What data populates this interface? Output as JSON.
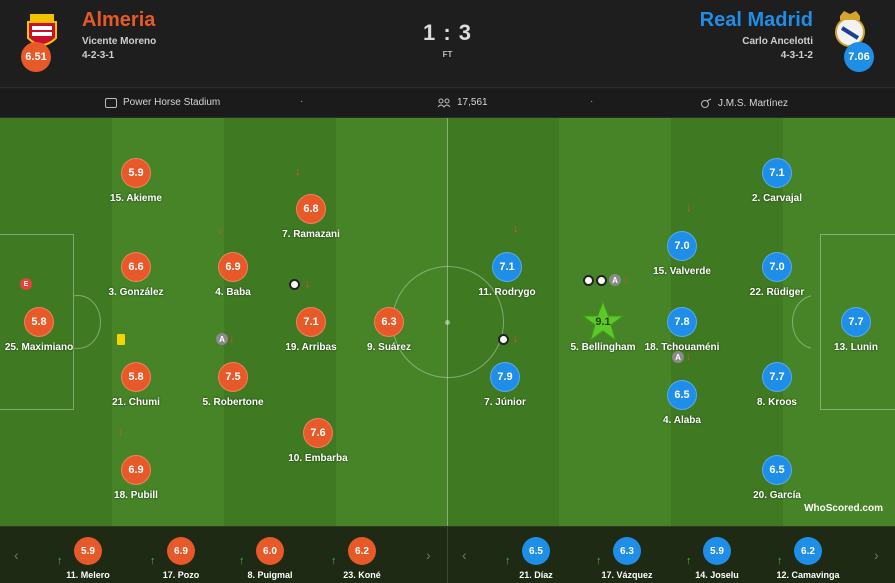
{
  "home": {
    "name": "Almeria",
    "manager": "Vicente Moreno",
    "formation": "4-2-3-1",
    "rating": "6.51",
    "color": "#e8592a",
    "crest": "almeria-crest-icon",
    "players": [
      {
        "name": "15. Akieme",
        "rating": "5.9"
      },
      {
        "name": "7. Ramazani",
        "rating": "6.8"
      },
      {
        "name": "3. González",
        "rating": "6.6"
      },
      {
        "name": "4. Baba",
        "rating": "6.9"
      },
      {
        "name": "25. Maximiano",
        "rating": "5.8"
      },
      {
        "name": "19. Arribas",
        "rating": "7.1"
      },
      {
        "name": "9. Suárez",
        "rating": "6.3"
      },
      {
        "name": "21. Chumi",
        "rating": "5.8"
      },
      {
        "name": "5. Robertone",
        "rating": "7.5"
      },
      {
        "name": "10. Embarba",
        "rating": "7.6"
      },
      {
        "name": "18. Pubill",
        "rating": "6.9"
      }
    ],
    "subs": [
      {
        "name": "11. Melero",
        "rating": "5.9"
      },
      {
        "name": "17. Pozo",
        "rating": "6.9"
      },
      {
        "name": "8. Puigmal",
        "rating": "6.0"
      },
      {
        "name": "23. Koné",
        "rating": "6.2"
      }
    ]
  },
  "away": {
    "name": "Real Madrid",
    "manager": "Carlo Ancelotti",
    "formation": "4-3-1-2",
    "rating": "7.06",
    "color": "#1f8ee8",
    "crest": "real-madrid-crest-icon",
    "players": [
      {
        "name": "2. Carvajal",
        "rating": "7.1"
      },
      {
        "name": "15. Valverde",
        "rating": "7.0"
      },
      {
        "name": "11. Rodrygo",
        "rating": "7.1"
      },
      {
        "name": "22. Rüdiger",
        "rating": "7.0"
      },
      {
        "name": "5. Bellingham",
        "rating": "9.1"
      },
      {
        "name": "18. Tchouaméni",
        "rating": "7.8"
      },
      {
        "name": "13. Lunin",
        "rating": "7.7"
      },
      {
        "name": "7. Júnior",
        "rating": "7.9"
      },
      {
        "name": "4. Alaba",
        "rating": "6.5"
      },
      {
        "name": "8. Kroos",
        "rating": "7.7"
      },
      {
        "name": "20. García",
        "rating": "6.5"
      }
    ],
    "subs": [
      {
        "name": "21. Díaz",
        "rating": "6.5"
      },
      {
        "name": "17. Vázquez",
        "rating": "6.3"
      },
      {
        "name": "14. Joselu",
        "rating": "5.9"
      },
      {
        "name": "12. Camavinga",
        "rating": "6.2"
      }
    ]
  },
  "score": "1 : 3",
  "status": "FT",
  "info": {
    "stadium": "Power Horse Stadium",
    "attendance": "17,561",
    "referee": "J.M.S. Martínez",
    "sep": "·"
  },
  "badges": {
    "captain": "A",
    "error": "E",
    "arrow": "↓",
    "sub_in": "↑"
  },
  "nav": {
    "prev": "‹",
    "next": "›"
  },
  "watermark": "WhoScored.com",
  "motm_color": "#5ec72a"
}
